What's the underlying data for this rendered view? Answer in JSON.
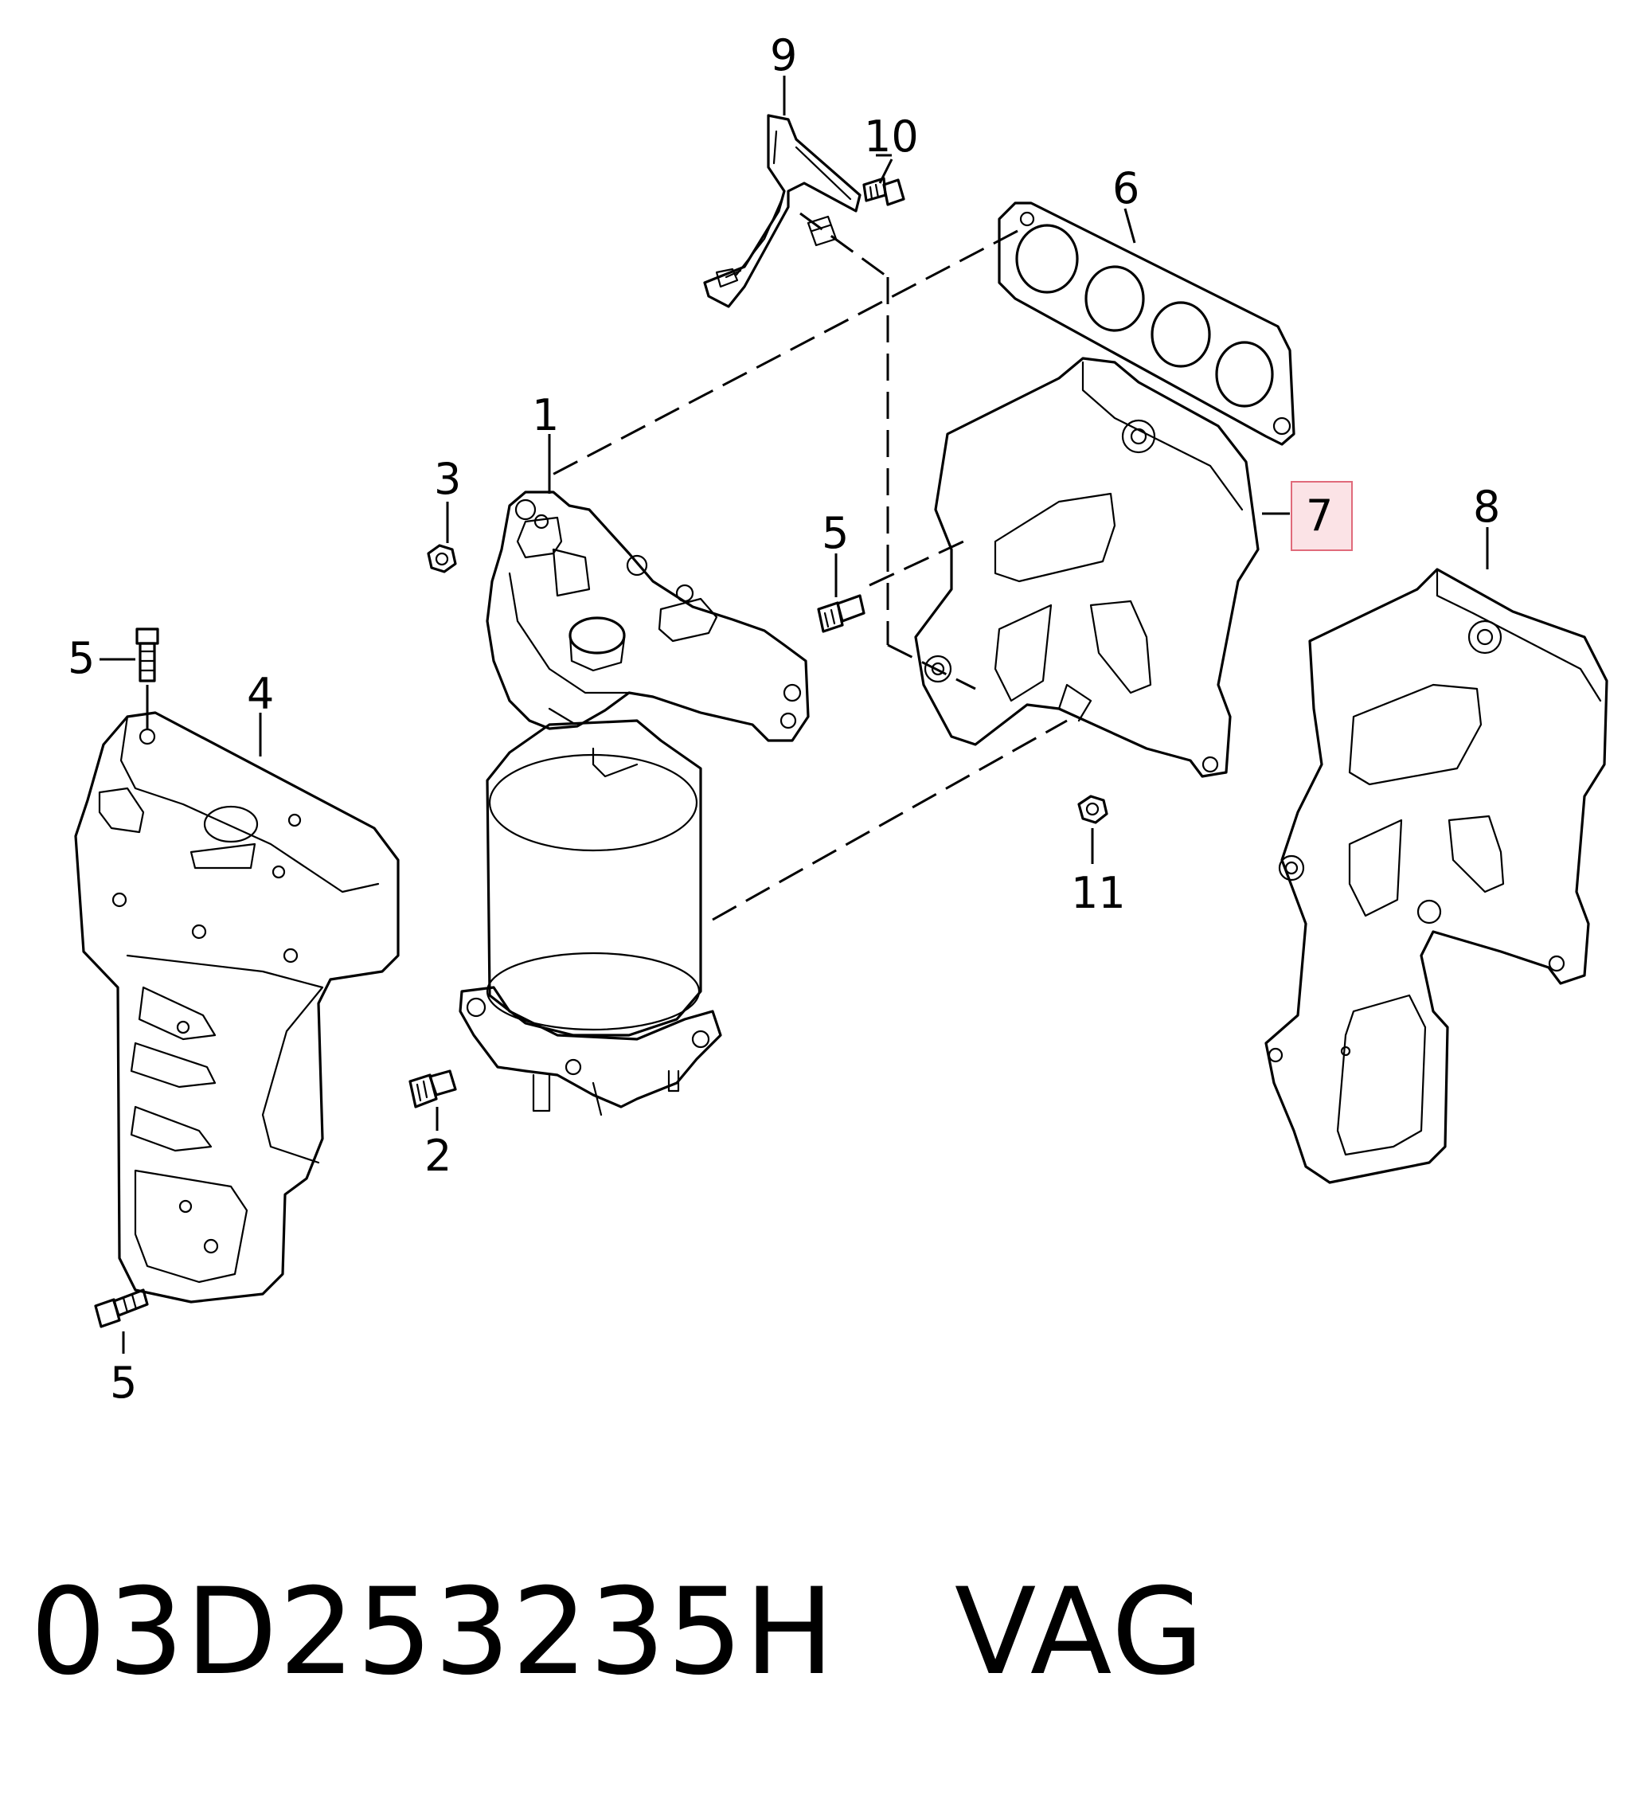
{
  "callouts": [
    {
      "id": "1",
      "label": "1"
    },
    {
      "id": "2",
      "label": "2"
    },
    {
      "id": "3",
      "label": "3"
    },
    {
      "id": "4",
      "label": "4"
    },
    {
      "id": "5a",
      "label": "5"
    },
    {
      "id": "5b",
      "label": "5"
    },
    {
      "id": "5c",
      "label": "5"
    },
    {
      "id": "6",
      "label": "6"
    },
    {
      "id": "7",
      "label": "7",
      "highlighted": true
    },
    {
      "id": "8",
      "label": "8"
    },
    {
      "id": "9",
      "label": "9"
    },
    {
      "id": "10",
      "label": "10"
    },
    {
      "id": "11",
      "label": "11"
    }
  ],
  "highlight_color": "#e06a7a",
  "highlight_fill": "#fbe3e6",
  "caption": {
    "part_number": "03D253235H",
    "brand": "VAG"
  }
}
